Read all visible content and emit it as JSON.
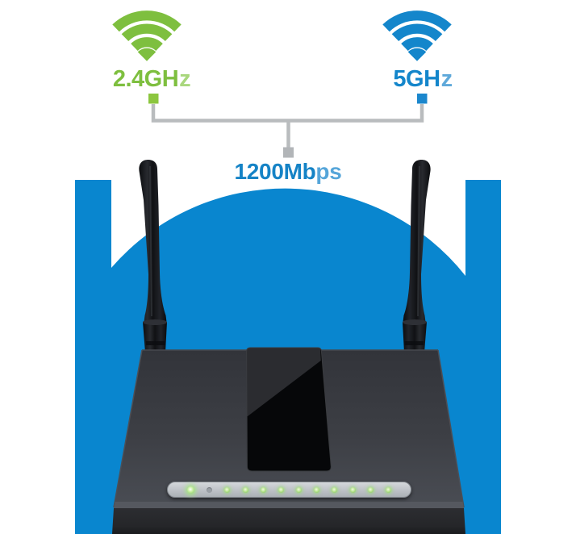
{
  "scene": {
    "description": "dual-band wifi router product diagram",
    "background_color": "#ffffff",
    "circle_color": "#0986cf",
    "router_body_color": "#3a3c42",
    "antenna_count": 2
  },
  "bands": {
    "band24": {
      "full_text": "2.4GHz",
      "label_main": "2.4GH",
      "label_suffix": "z",
      "color": "#7ebf3f",
      "color_light": "#a9d77d",
      "icon": "wifi-signal-icon"
    },
    "band5": {
      "full_text": "5GHz",
      "label_main": "5GH",
      "label_suffix": "z",
      "color": "#1486cb",
      "color_light": "#5fa9da",
      "icon": "wifi-signal-icon"
    }
  },
  "speed": {
    "full_text": "1200Mbps",
    "label_main": "1200Mb",
    "label_suffix": "ps",
    "color": "#1583c6",
    "color_light": "#55a5d9"
  },
  "connector": {
    "line_color": "#b9bcbe",
    "node_green_color": "#8cc63f",
    "node_blue_color": "#1b87cd",
    "node_gray_color": "#b2b5b8"
  },
  "router": {
    "led_strip": {
      "leds": [
        "bright",
        "off",
        "on",
        "on",
        "on",
        "on",
        "on",
        "on",
        "on",
        "on",
        "on",
        "on"
      ],
      "led_on_color": "#8ccc5f",
      "led_off_color": "#9aa0a6"
    }
  }
}
